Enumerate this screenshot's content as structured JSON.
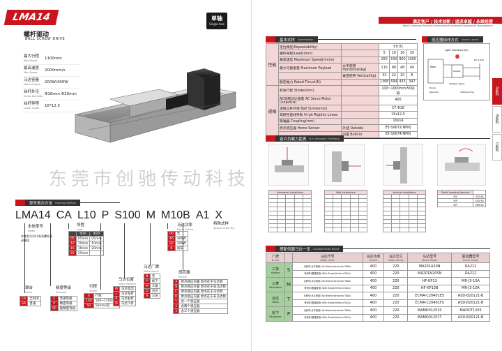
{
  "left": {
    "model": "LMA14",
    "title_cn": "螺杆驱动",
    "title_en": "BALL SCREW DRIVE",
    "axis_badge": {
      "cn": "单轴",
      "en": "Single Axis"
    },
    "specs": [
      {
        "k": "最大行程",
        "en": "Max Stroke",
        "v": "1100mm"
      },
      {
        "k": "最高速度",
        "en": "Max Speed",
        "v": "2000mm/s"
      },
      {
        "k": "马达容量",
        "en": "Motor Output",
        "v": "200W/400W"
      },
      {
        "k": "丝杆外径",
        "en": "Screw Diameter",
        "v": "Φ16mm Φ20mm"
      },
      {
        "k": "丝杆导程",
        "en": "Linear Guide",
        "v": "16*12.5"
      }
    ],
    "watermark": "东莞市创驰传动科技有限公司",
    "ordering": {
      "cn": "型号表示方法",
      "en": "Ordering Method",
      "code": [
        "LMA14",
        "CA",
        "L10",
        "P",
        "S100",
        "M",
        "M10B",
        "A1",
        "X"
      ],
      "body_label": {
        "cn": "本体型号",
        "en": "Model"
      },
      "body_desc": "本体型号为14系列螺杆驱动模组",
      "special_label": {
        "cn": "特殊式样",
        "en": "Special Order No."
      },
      "lead": {
        "cn": "导程",
        "en": "Lead",
        "head": [
          "",
          "Φ16",
          "Φ20"
        ],
        "rows": [
          [
            "05",
            "05mm",
            "05mm"
          ],
          [
            "10",
            "10mm",
            "10mm"
          ],
          [
            "16",
            "16mm",
            "20mm"
          ],
          [
            "25",
            "25mm",
            ""
          ]
        ]
      },
      "motor_power": {
        "cn": "马达功率",
        "en": "Motor Output",
        "rows": [
          [
            "00",
            "无"
          ],
          [
            "40",
            "400W"
          ],
          [
            "20",
            "200W"
          ],
          [
            "B",
            "刹车"
          ]
        ]
      },
      "cover": {
        "cn": "罩台",
        "en": "Cover",
        "rows": [
          [
            "CA",
            "全封闭"
          ],
          [
            "SA",
            "普通"
          ]
        ]
      },
      "precision": {
        "cn": "精度等级",
        "en": "Precision",
        "rows": [
          [
            "C",
            "普通等级"
          ],
          [
            "P",
            "精密等级"
          ],
          [
            "SP",
            "超精密等级"
          ]
        ]
      },
      "stroke": {
        "cn": "行程",
        "en": "Stroke",
        "rows": [
          [
            "S",
            "行程"
          ],
          [
            "100",
            "100~1100mm"
          ],
          [
            "50",
            "50mm/段"
          ]
        ]
      },
      "motor_pos": {
        "cn": "马达位置",
        "en": "Motor Position",
        "rows": [
          [
            "M",
            "马达直出"
          ],
          [
            "L",
            "马达左折"
          ],
          [
            "R",
            "马达右折"
          ],
          [
            "D",
            "马达下折"
          ]
        ]
      },
      "motor_brand": {
        "cn": "马达厂牌",
        "en": "Motor Brand",
        "rows": [
          [
            "N",
            "无"
          ],
          [
            "P",
            "松下"
          ],
          [
            "M",
            "三菱"
          ],
          [
            "D",
            "台达"
          ],
          [
            "S",
            "三协"
          ]
        ]
      },
      "sensor": {
        "cn": "感应器",
        "en": "Sensor",
        "rows": [
          [
            "A",
            "原点感应内置 原点在于马达侧"
          ],
          [
            "B",
            "原点感应外置 原点在于非马达侧"
          ],
          [
            "C",
            "原点感应内置 原点在于马达侧"
          ],
          [
            "D",
            "原点感应内置 原点在于非马达侧"
          ],
          [
            "1",
            "含一个感应器"
          ],
          [
            "2",
            "含两个感应器"
          ],
          [
            "3",
            "含三个感应器"
          ]
        ]
      }
    }
  },
  "right": {
    "slogan": "满足客户 / 技术创新 / 追求卓越 / 永续经营",
    "slogan_en": "Meet Customer/Technical Innovation/Excellence/Sustainable Management",
    "spec_title": {
      "cn": "基本式样",
      "en": "Specification"
    },
    "sensor_title": {
      "cn": "感应器接线方式",
      "en": "Sensor Layout"
    },
    "sensor_labels": [
      "Light indicator(red)",
      "Main",
      "Output",
      "Voltage output",
      "Diode",
      "Max 24V",
      "DC 5-24V",
      "100mA(3.3V)"
    ],
    "spec_group1": "性能",
    "spec_group2": "规格",
    "spec_rows": [
      [
        "定位精度(Repeatability)",
        "",
        "±0.01"
      ],
      [
        "螺杆导程(Lead)(mm)",
        "",
        "5",
        "10",
        "16",
        "20"
      ],
      [
        "最高速度 Maximum Speed(mm/s)",
        "",
        "250",
        "500",
        "800",
        "1000"
      ],
      [
        "最大可搬重量 Maximum Payload",
        "水平使用 Horizontal(kg)",
        "110",
        "88",
        "48",
        "40"
      ],
      [
        "",
        "垂直使用 Vertical(kg)",
        "33",
        "22",
        "10",
        "8"
      ],
      [
        "额定推力 Rated Thrust(N)",
        "",
        "1368",
        "694",
        "433",
        "347"
      ],
      [
        "有效行程 Stroke(mm)",
        "",
        "100~1000mm/50间隔"
      ],
      [
        "AC伺服马达容量 AC Servo Motor Output(w)",
        "",
        "400"
      ],
      [
        "滚珠丝杆外径 Ball Screw(mm)",
        "",
        "C7 Φ16"
      ],
      [
        "高刚性直线导轨 Hi-gh Rigidity Linear",
        "",
        "15x12.5"
      ],
      [
        "联轴器 Coupling(mm)",
        "",
        "10x14"
      ],
      [
        "原点感应器 Home Sensor",
        "外挂 Outside",
        "EE-SX672(NPN)"
      ],
      [
        "",
        "内置 Built-in",
        "EE-SX674(NPN)"
      ]
    ],
    "load_title": {
      "cn": "容许负载力距表",
      "en": "N.m Allowable Overhang"
    },
    "load_headers": [
      "Horizontal Installation",
      "Wall Installation",
      "Vertical Installation"
    ],
    "load_legend": [
      "Static Loading Moment",
      "MY",
      "MP",
      "MR"
    ],
    "load_legend_vals": [
      "",
      "352(N)",
      "552(N)",
      "385(N)"
    ],
    "motor_title": {
      "cn": "搭配伺服马达一览",
      "en": "Suitable Motor Brand"
    },
    "motor_headers": [
      {
        "cn": "厂牌",
        "en": "Brand"
      },
      {
        "cn": "马达代号",
        "en": "Motor Code"
      },
      {
        "cn": "马达功率",
        "en": "Output"
      },
      {
        "cn": "马达法兰",
        "en": "Motor flange"
      },
      {
        "cn": "马达型号",
        "en": "Motor Model"
      },
      {
        "cn": "驱动器型号",
        "en": "Driver Model"
      }
    ],
    "motors": [
      {
        "brand": "三协",
        "brand_en": "Sankyo",
        "code": "S",
        "rows": [
          [
            "无刹车(水平使用) No Brake(Horizontal ToDo)",
            "400",
            "220",
            "MA201A20N",
            "DA212"
          ],
          [
            "有刹车(垂直使用) With Brake(Vertical ToDo)",
            "400",
            "220",
            "MA201N20SN",
            "DA212"
          ]
        ]
      },
      {
        "brand": "三菱",
        "brand_en": "Mitsubishi",
        "code": "M",
        "rows": [
          [
            "无刹车(水平使用) No Brake(Horizontal ToDo)",
            "400",
            "220",
            "HF-KP13",
            "MR-J3-10A"
          ],
          [
            "有刹车(垂直使用) With Brake(Vertical ToDo)",
            "400",
            "220",
            "HF-KP13B",
            "MR-J3-10A"
          ]
        ]
      },
      {
        "brand": "台达",
        "brand_en": "Delta",
        "code": "T",
        "rows": [
          [
            "无刹车(水平使用) No Brake(Horizontal ToDo)",
            "400",
            "220",
            "ECMA-C20401ES",
            "ASD-B20121-B"
          ],
          [
            "有刹车(垂直使用) With Brake(Vertical ToDo)",
            "400",
            "220",
            "ECMA-C20401FS",
            "ASD-B20121-B"
          ]
        ]
      },
      {
        "brand": "松下",
        "brand_en": "Panasonic",
        "code": "P",
        "rows": [
          [
            "无刹车(水平使用) No Brake(Horizontal ToDo)",
            "400",
            "220",
            "MAMD012P1S",
            "MADDT1205"
          ],
          [
            "有刹车(垂直使用) With Brake(Vertical ToDo)",
            "400",
            "220",
            "MAMD012P1T",
            "ASD-B20121-B"
          ]
        ]
      }
    ],
    "tabs": [
      "A系列",
      "B系列",
      "C系列"
    ]
  }
}
